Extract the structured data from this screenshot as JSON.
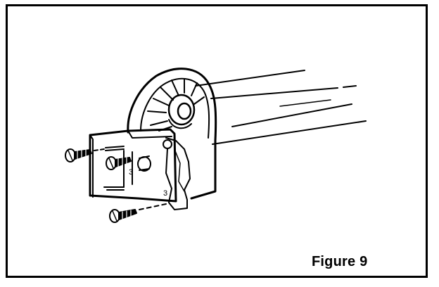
{
  "figure": {
    "caption": "Figure 9",
    "part_label_top": "3",
    "part_label_bottom": "3"
  },
  "colors": {
    "line": "#000000",
    "background": "#ffffff"
  },
  "icons": [
    "screw-icon",
    "end-cap-bracket",
    "spring-clip",
    "shaft-tube"
  ]
}
